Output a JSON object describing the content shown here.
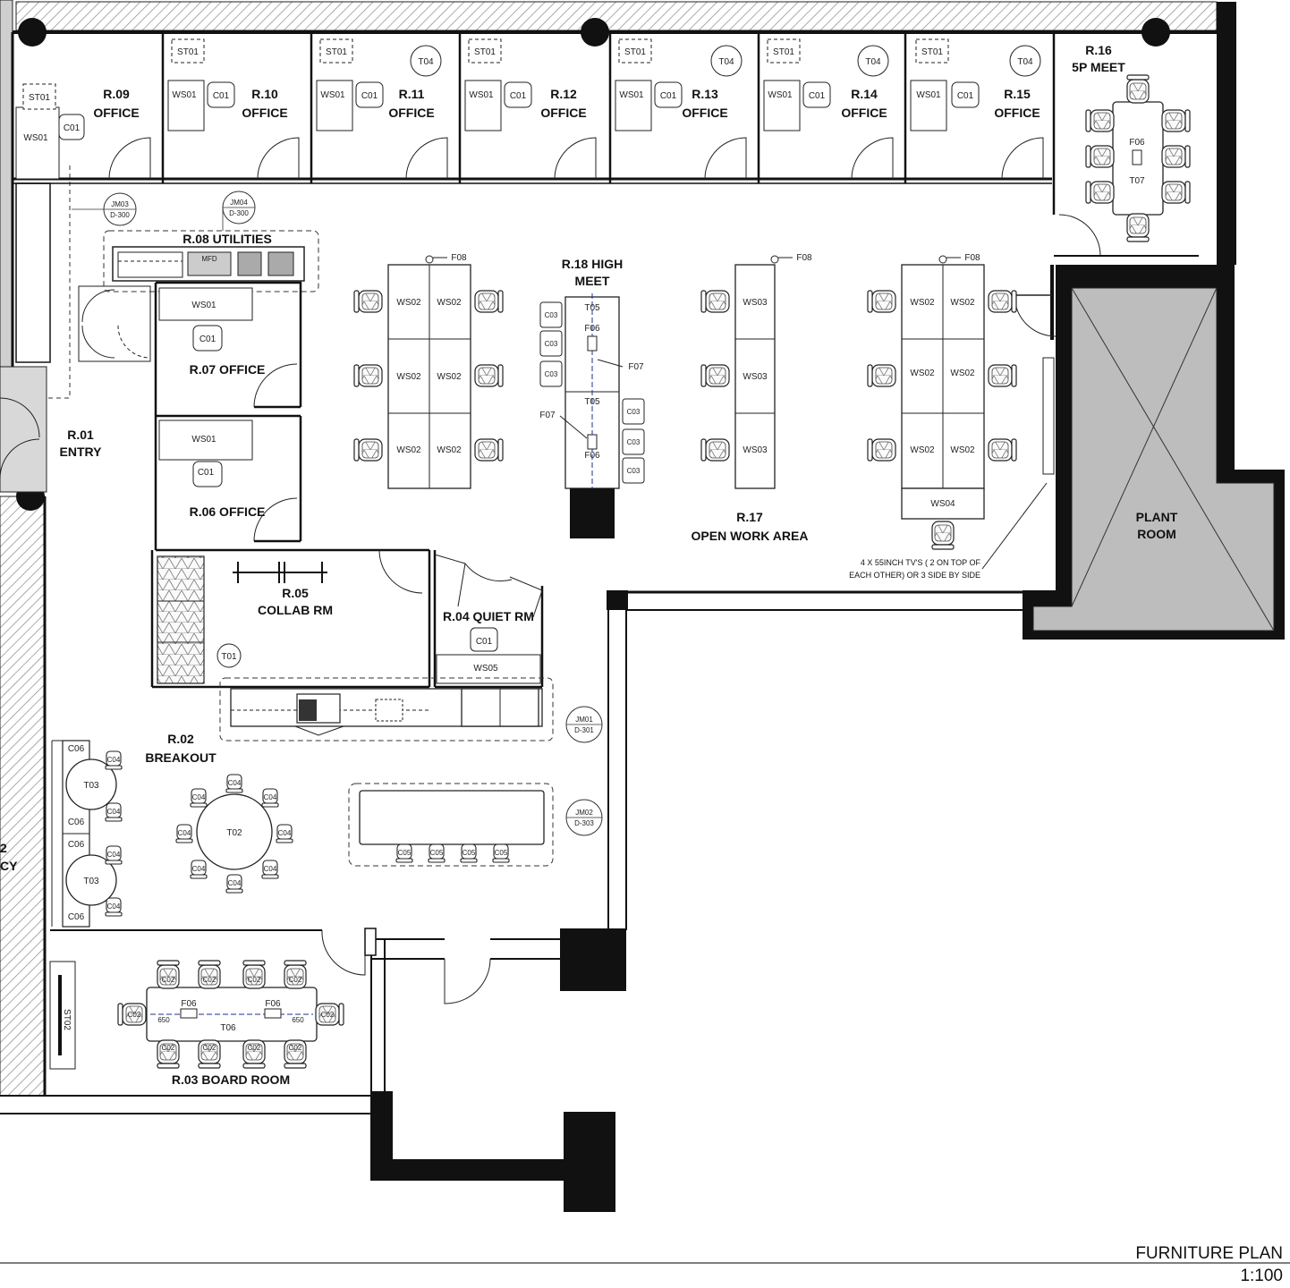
{
  "drawing": {
    "title": "FURNITURE PLAN",
    "scale": "1:100",
    "note_tv_line1": "4 X 55INCH TV'S ( 2 ON TOP OF",
    "note_tv_line2": "EACH OTHER) OR 3 SIDE BY SIDE",
    "partial_room_label_1": "2",
    "partial_room_label_2": "CY"
  },
  "rooms": {
    "r09": {
      "number": "R.09",
      "name": "OFFICE"
    },
    "r10": {
      "number": "R.10",
      "name": "OFFICE"
    },
    "r11": {
      "number": "R.11",
      "name": "OFFICE"
    },
    "r12": {
      "number": "R.12",
      "name": "OFFICE"
    },
    "r13": {
      "number": "R.13",
      "name": "OFFICE"
    },
    "r14": {
      "number": "R.14",
      "name": "OFFICE"
    },
    "r15": {
      "number": "R.15",
      "name": "OFFICE"
    },
    "r16": {
      "number": "R.16",
      "name": "5P MEET"
    },
    "r08": {
      "label": "R.08 UTILITIES"
    },
    "r07": {
      "label": "R.07 OFFICE"
    },
    "r06": {
      "label": "R.06 OFFICE"
    },
    "r01": {
      "number": "R.01",
      "name": "ENTRY"
    },
    "r05": {
      "number": "R.05",
      "name": "COLLAB RM"
    },
    "r04": {
      "label": "R.04 QUIET RM"
    },
    "r18": {
      "line1": "R.18 HIGH",
      "line2": "MEET"
    },
    "r17": {
      "number": "R.17",
      "name": "OPEN WORK AREA"
    },
    "plant": {
      "line1": "PLANT",
      "line2": "ROOM"
    },
    "r02": {
      "number": "R.02",
      "name": "BREAKOUT"
    },
    "r03": {
      "label": "R.03 BOARD ROOM"
    }
  },
  "furniture_codes": {
    "st01": "ST01",
    "ws01": "WS01",
    "c01": "C01",
    "t04": "T04",
    "f06": "F06",
    "t07": "T07",
    "f08": "F08",
    "ws02": "WS02",
    "ws03": "WS03",
    "ws04": "WS04",
    "ws05": "WS05",
    "t05": "T05",
    "f07": "F07",
    "c03": "C03",
    "t01": "T01",
    "c06": "C06",
    "c04": "C04",
    "t03": "T03",
    "t02": "T02",
    "c05": "C05",
    "c02": "C02",
    "t06": "T06",
    "st02": "ST02",
    "dim_650": "650",
    "mfd": "MFD"
  },
  "section_markers": {
    "m1_top": "JM03",
    "m1_bot": "D-300",
    "m2_top": "JM04",
    "m2_bot": "D-300",
    "m3_top": "JM01",
    "m3_bot": "D-301",
    "m4_top": "JM02",
    "m4_bot": "D-303"
  },
  "colors": {
    "ink": "#111111",
    "plant_fill": "#bdbdbd",
    "dim_line": "#1f2f8f"
  }
}
